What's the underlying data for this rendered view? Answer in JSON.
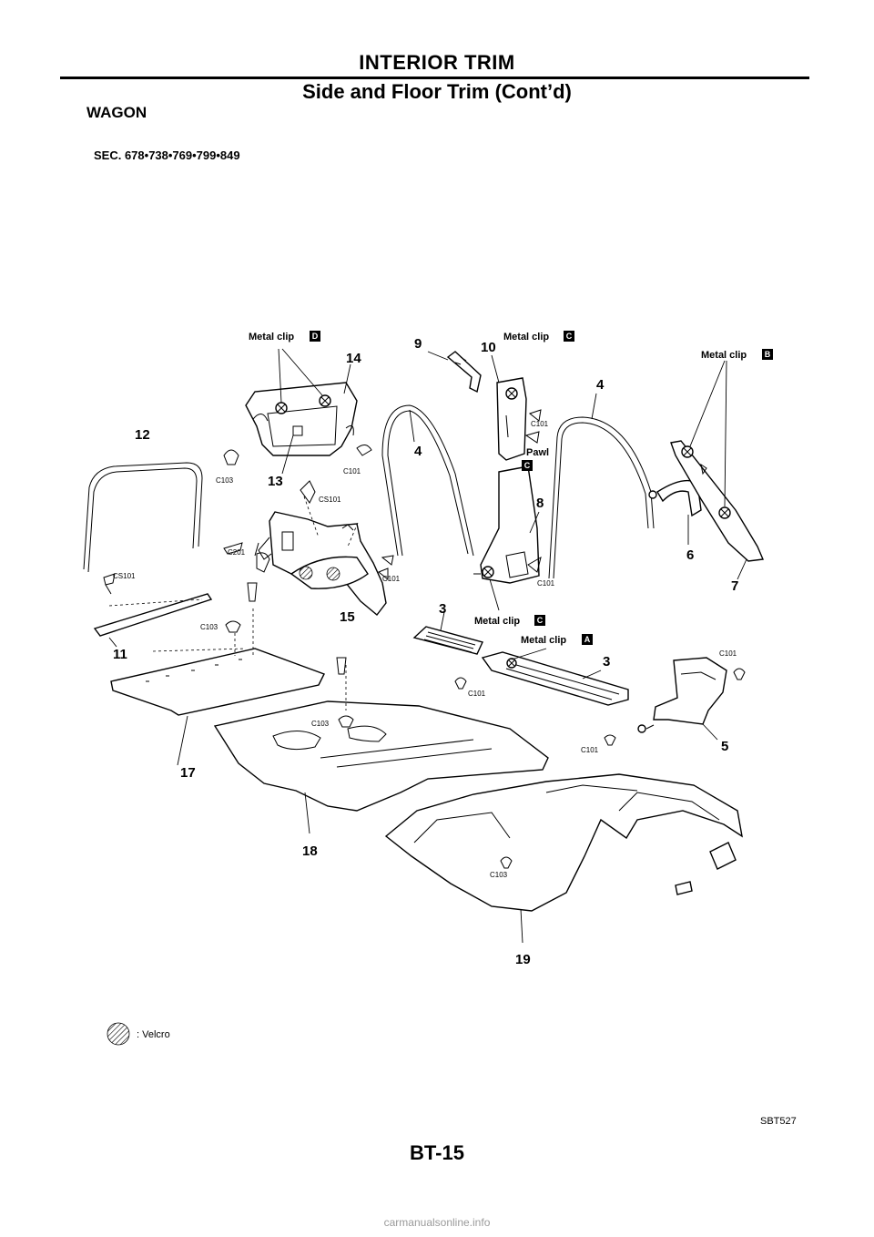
{
  "header": {
    "title": "INTERIOR TRIM",
    "subtitle": "Side and Floor Trim (Cont’d)"
  },
  "section": "WAGON",
  "sec_codes": "SEC. 678•738•769•799•849",
  "callouts": {
    "metal_clip": "Metal clip",
    "pawl": "Pawl",
    "letters": {
      "A": "A",
      "B": "B",
      "C": "C",
      "D": "D"
    }
  },
  "clips": {
    "c101": "C101",
    "c103": "C103",
    "c201": "C201",
    "cs101": "CS101"
  },
  "part_numbers": {
    "n3": "3",
    "n4": "4",
    "n5": "5",
    "n6": "6",
    "n7": "7",
    "n8": "8",
    "n9": "9",
    "n10": "10",
    "n11": "11",
    "n12": "12",
    "n13": "13",
    "n14": "14",
    "n15": "15",
    "n17": "17",
    "n18": "18",
    "n19": "19"
  },
  "legend": {
    "velcro": ": Velcro"
  },
  "figure_code": "SBT527",
  "page_number": "BT-15",
  "footer": "carmanualsonline.info"
}
